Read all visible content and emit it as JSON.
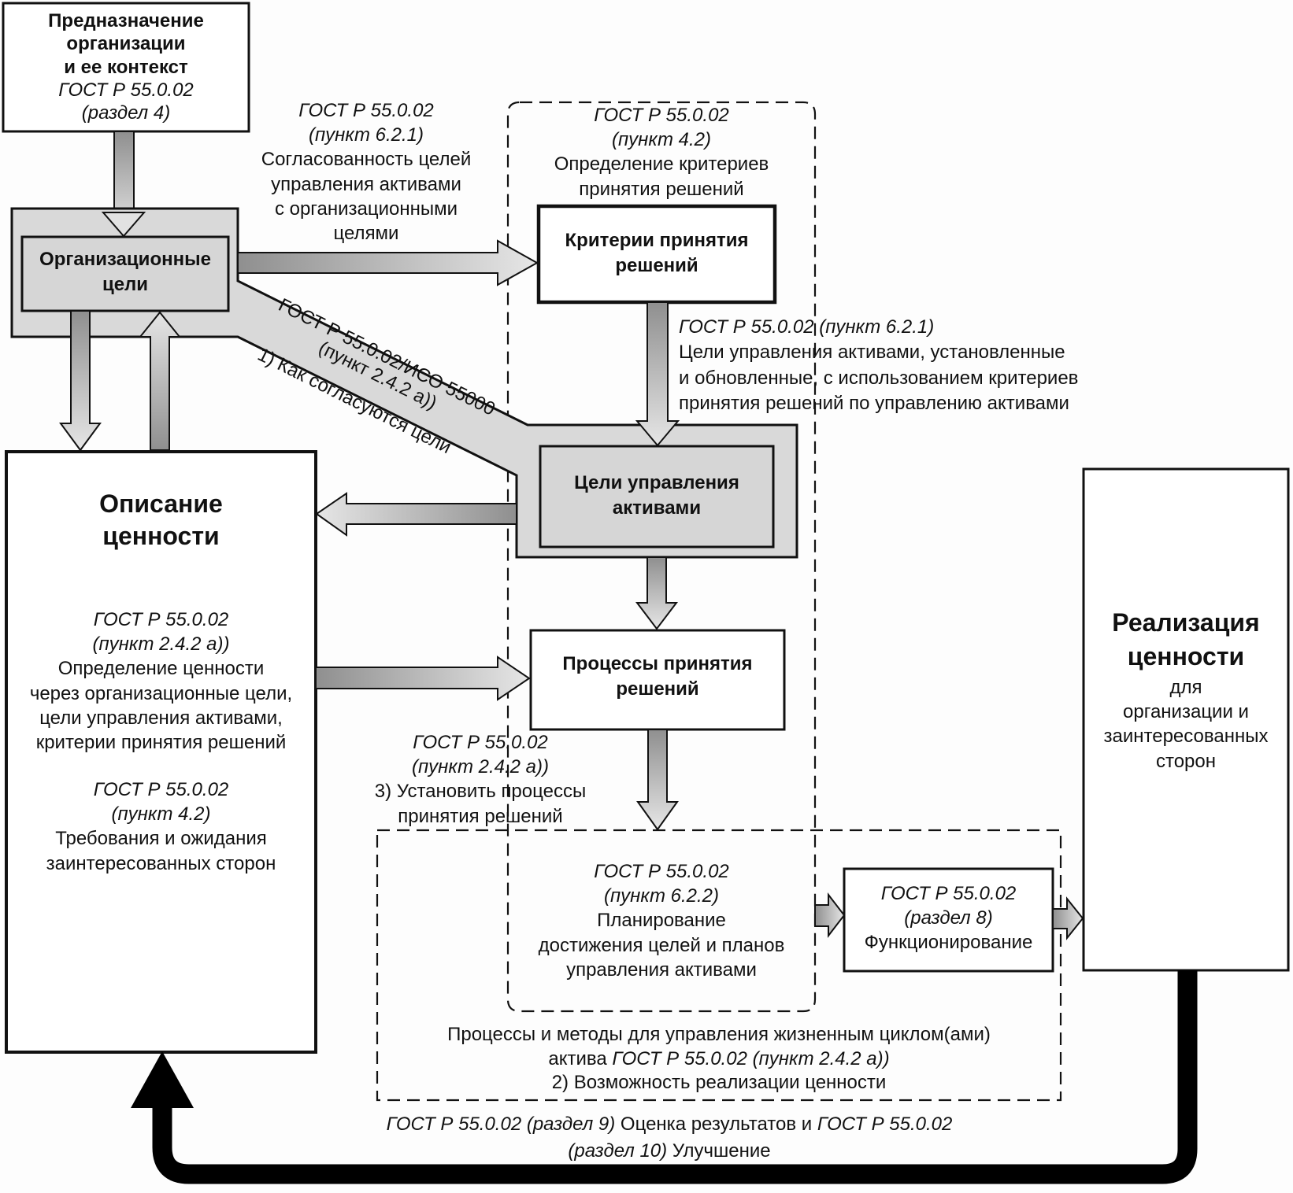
{
  "colors": {
    "box_fill_gray": "#d9d9d9",
    "arrow_light": "#e2e2e2",
    "arrow_dark": "#8f8f8f",
    "stroke": "#111111",
    "feedback_arrow": "#000000",
    "background": "#fdfdfd"
  },
  "purpose_box": {
    "title_lines": [
      "Предназначение",
      "организации",
      "и ее контекст"
    ],
    "ref_lines": [
      "ГОСТ Р 55.0.02",
      "(раздел 4)"
    ]
  },
  "org_goals_box": {
    "title_lines": [
      "Организационные",
      "цели"
    ]
  },
  "alignment_note": {
    "ref_lines": [
      "ГОСТ Р 55.0.02",
      "(пункт 6.2.1)"
    ],
    "text_lines": [
      "Согласованность целей",
      "управления активами",
      "с организационными",
      "целями"
    ]
  },
  "criteria_note": {
    "ref_lines": [
      "ГОСТ Р 55.0.02",
      "(пункт 4.2)"
    ],
    "text_lines": [
      "Определение критериев",
      "принятия решений"
    ]
  },
  "criteria_box": {
    "title_lines": [
      "Критерии принятия",
      "решений"
    ]
  },
  "am_goals_note": {
    "ref_line": "ГОСТ Р 55.0.02 (пункт 6.2.1)",
    "text_lines": [
      "Цели управления активами, установленные",
      "и обновленные, с использованием критериев",
      "принятия решений по управлению активами"
    ]
  },
  "diagonal_band": {
    "ref_line1": "ГОСТ Р 55.0.02/ИСО 55000",
    "ref_line2": "(пункт 2.4.2 а))",
    "text": "1) Как согласуются цели"
  },
  "am_goals_box": {
    "title_lines": [
      "Цели управления",
      "активами"
    ]
  },
  "value_description_box": {
    "title_lines": [
      "Описание",
      "ценности"
    ],
    "section1_ref": [
      "ГОСТ Р 55.0.02",
      "(пункт 2.4.2 а))"
    ],
    "section1_text": [
      "Определение ценности",
      "через организационные цели,",
      "цели управления активами,",
      "критерии принятия решений"
    ],
    "section2_ref": [
      "ГОСТ Р 55.0.02",
      "(пункт 4.2)"
    ],
    "section2_text": [
      "Требования и ожидания",
      "заинтересованных сторон"
    ]
  },
  "decision_processes_box": {
    "title_lines": [
      "Процессы принятия",
      "решений"
    ]
  },
  "establish_note": {
    "ref_lines": [
      "ГОСТ Р 55.0.02",
      "(пункт 2.4.2 а))"
    ],
    "text_lines": [
      "3) Установить процессы",
      "принятия решений"
    ]
  },
  "planning_note": {
    "ref_lines": [
      "ГОСТ Р 55.0.02",
      "(пункт 6.2.2)"
    ],
    "text_lines": [
      "Планирование",
      "достижения целей и планов",
      "управления активами"
    ]
  },
  "operation_box": {
    "ref_lines": [
      "ГОСТ Р 55.0.02",
      "(раздел 8)"
    ],
    "text": "Функционирование"
  },
  "lifecycle_note": {
    "line1": "Процессы и методы для управления жизненным циклом(ами)",
    "line2_plain": "актива ",
    "line2_ref": "ГОСТ Р 55.0.02 (пункт 2.4.2 а))",
    "line3": "2) Возможность реализации ценности"
  },
  "value_realization_box": {
    "title_lines": [
      "Реализация",
      "ценности"
    ],
    "text_lines": [
      "для",
      "организации и",
      "заинтересованных",
      "сторон"
    ]
  },
  "feedback_note": {
    "line1_ref1": "ГОСТ Р 55.0.02 (раздел 9)",
    "line1_plain1": " Оценка результатов и ",
    "line1_ref2": "ГОСТ Р 55.0.02",
    "line2_ref": "(раздел 10)",
    "line2_plain": " Улучшение"
  }
}
